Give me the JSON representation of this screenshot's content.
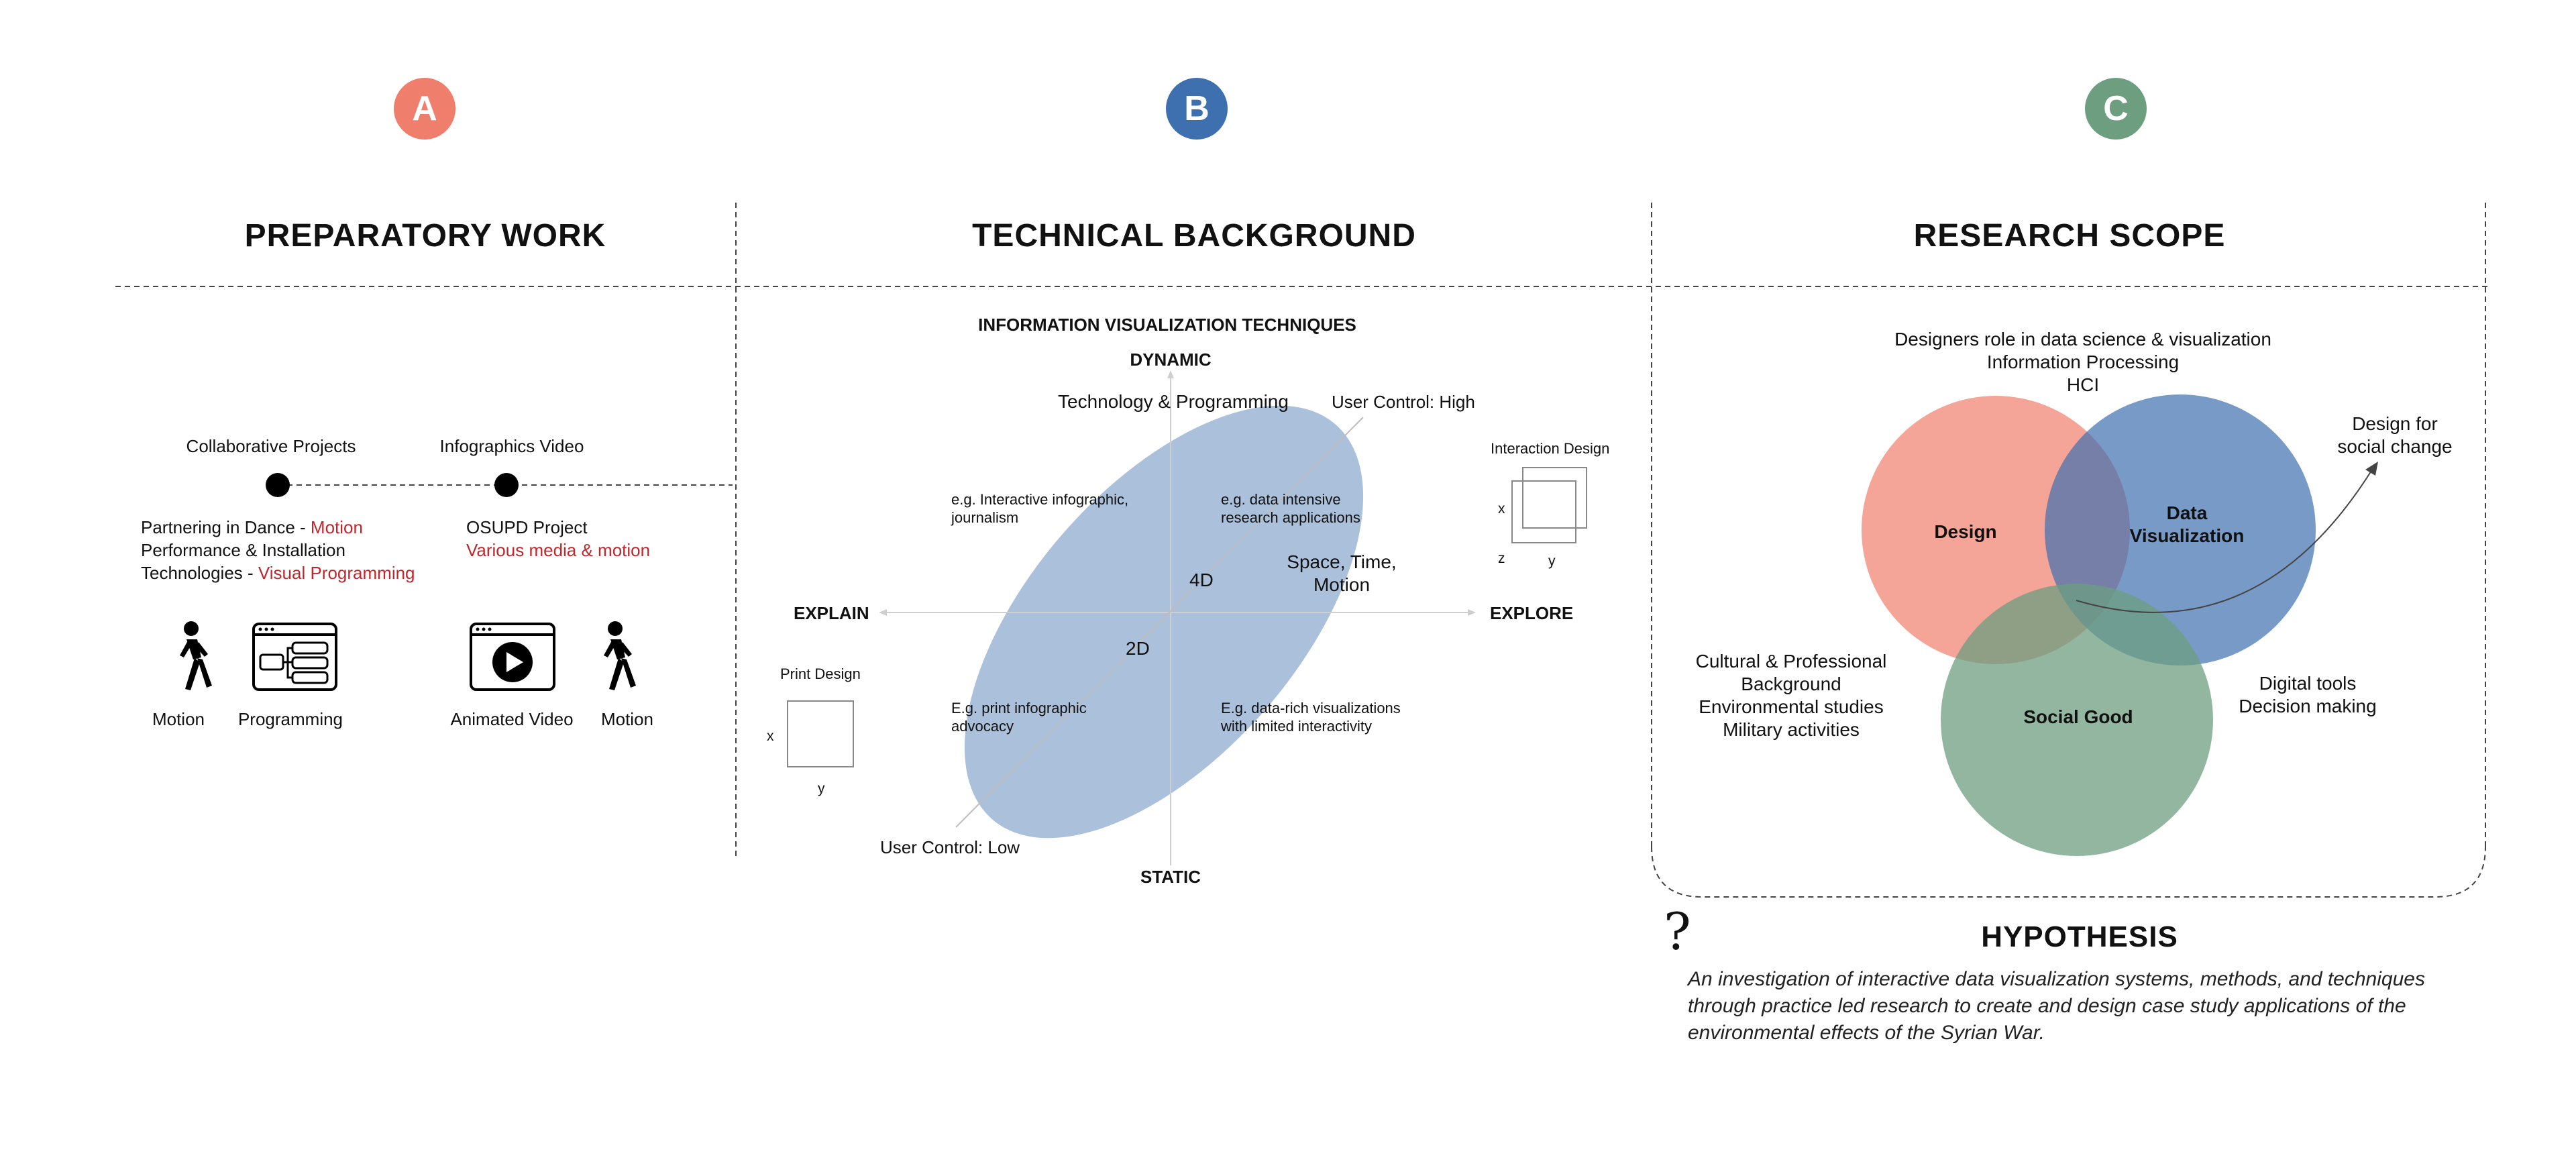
{
  "sections": {
    "a": {
      "badge": "A",
      "title": "PREPARATORY WORK",
      "color": "#ef7f6c"
    },
    "b": {
      "badge": "B",
      "title": "TECHNICAL BACKGROUND",
      "color": "#3e6fae"
    },
    "c": {
      "badge": "C",
      "title": "RESEARCH SCOPE",
      "color": "#6e9e80"
    }
  },
  "preparatory": {
    "timeline_1_label": "Collaborative Projects",
    "timeline_2_label": "Infographics Video",
    "project_1": {
      "line1_prefix": "Partnering in Dance - ",
      "line1_highlight": "Motion",
      "line2": "Performance & Installation",
      "line3_prefix": "Technologies - ",
      "line3_highlight": "Visual Programming"
    },
    "project_2": {
      "line1": "OSUPD Project",
      "line2_highlight": "Various media & motion"
    },
    "icons": [
      {
        "icon": "walking-person-icon",
        "label": "Motion"
      },
      {
        "icon": "programming-window-icon",
        "label": "Programming"
      },
      {
        "icon": "video-player-icon",
        "label": "Animated Video"
      },
      {
        "icon": "walking-person-icon",
        "label": "Motion"
      }
    ]
  },
  "technical": {
    "chart_title": "INFORMATION VISUALIZATION TECHNIQUES",
    "axis_top": "DYNAMIC",
    "axis_bottom": "STATIC",
    "axis_left": "EXPLAIN",
    "axis_right": "EXPLORE",
    "tech_label": "Technology & Programming",
    "user_control_high": "User Control: High",
    "user_control_low": "User Control: Low",
    "quad_tl": [
      "e.g. Interactive infographic,",
      "journalism"
    ],
    "quad_tr": [
      "e.g. data intensive",
      "research applications"
    ],
    "quad_bl": [
      "E.g. print infographic",
      "advocacy"
    ],
    "quad_br": [
      "E.g. data-rich visualizations",
      "with limited interactivity"
    ],
    "label_4d": "4D",
    "label_2d": "2D",
    "space_time_motion": [
      "Space, Time,",
      "Motion"
    ],
    "interaction_design": {
      "title": "Interaction Design",
      "x": "x",
      "y": "y",
      "z": "z"
    },
    "print_design": {
      "title": "Print Design",
      "x": "x",
      "y": "y"
    }
  },
  "scope": {
    "top_lines": [
      "Designers role in data science & visualization",
      "Information Processing",
      "HCI"
    ],
    "circle_design": "Design",
    "circle_dataviz": [
      "Data",
      "Visualization"
    ],
    "circle_social": "Social Good",
    "left_lines": [
      "Cultural & Professional",
      "Background",
      "Environmental studies",
      "Military activities"
    ],
    "right_lines": [
      "Digital tools",
      "Decision making"
    ],
    "arrow_label": [
      "Design for",
      "social change"
    ],
    "colors": {
      "design": "#ef7f6c",
      "dataviz": "#3e6fae",
      "social": "#6e9e80"
    }
  },
  "hypothesis": {
    "mark": "?",
    "title": "HYPOTHESIS",
    "lines": [
      "An investigation of interactive data visualization systems, methods, and techniques",
      "through practice led research to create and design case study applications of the",
      "environmental effects of the Syrian War."
    ]
  }
}
